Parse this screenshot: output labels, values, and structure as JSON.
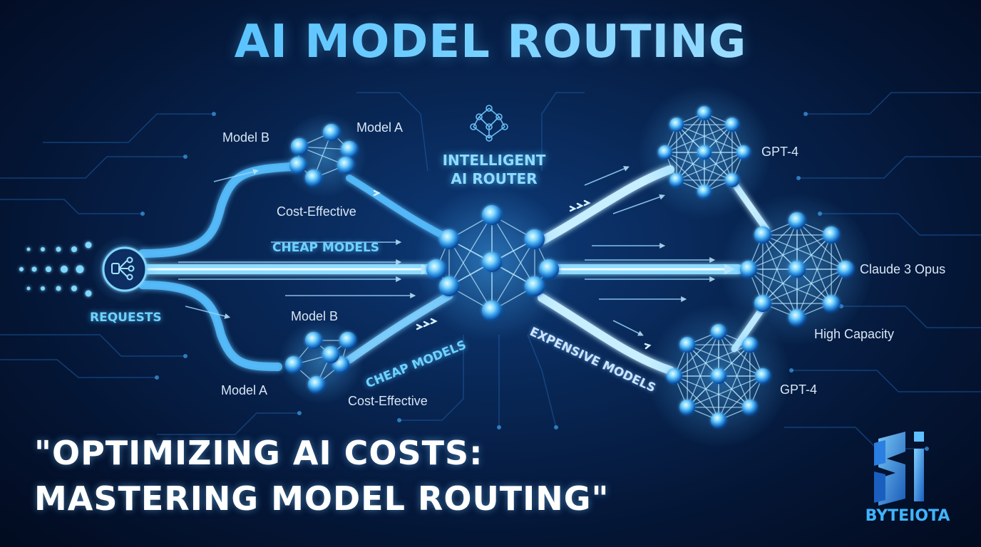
{
  "title": "AI MODEL ROUTING",
  "source": {
    "label": "REQUESTS"
  },
  "router": {
    "line1": "INTELLIGENT",
    "line2": "AI ROUTER"
  },
  "cheap_top": {
    "label_left": "Model B",
    "label_right": "Model A",
    "caption": "Cost-Effective"
  },
  "cheap_bottom": {
    "label_top": "Model B",
    "label_left": "Model A",
    "caption": "Cost-Effective"
  },
  "paths": {
    "cheap_mid": "CHEAP MODELS",
    "cheap_low": "CHEAP MODELS",
    "expensive": "EXPENSIVE MODELS"
  },
  "expensive_top": {
    "label": "GPT-4"
  },
  "expensive_mid": {
    "label": "Claude 3 Opus",
    "caption": "High Capacity"
  },
  "expensive_bottom": {
    "label": "GPT-4"
  },
  "tagline": {
    "line1": "\"OPTIMIZING AI COSTS:",
    "line2": "MASTERING MODEL ROUTING\""
  },
  "brand": {
    "name": "BYTEIOTA"
  },
  "colors": {
    "accent": "#3fb4ff",
    "glow": "#9fe4ff",
    "background": "#041534"
  }
}
